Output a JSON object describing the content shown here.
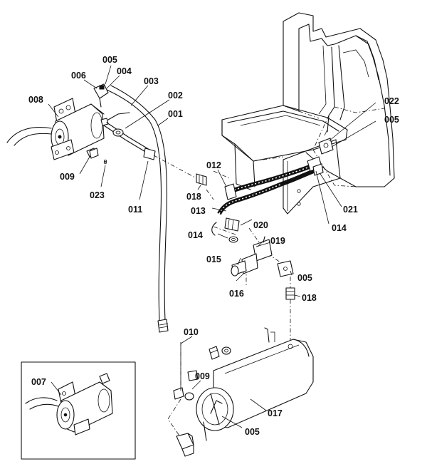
{
  "labels": {
    "p001": "001",
    "p002": "002",
    "p003": "003",
    "p004": "004",
    "p005_a": "005",
    "p005_b": "005",
    "p005_c": "005",
    "p005_d": "005",
    "p006": "006",
    "p007": "007",
    "p008": "008",
    "p009_a": "009",
    "p009_b": "009",
    "p010": "010",
    "p011": "011",
    "p012": "012",
    "p013": "013",
    "p014_a": "014",
    "p014_b": "014",
    "p015": "015",
    "p016": "016",
    "p017": "017",
    "p018_a": "018",
    "p018_b": "018",
    "p019": "019",
    "p020": "020",
    "p021": "021",
    "p022": "022",
    "p023": "023"
  }
}
